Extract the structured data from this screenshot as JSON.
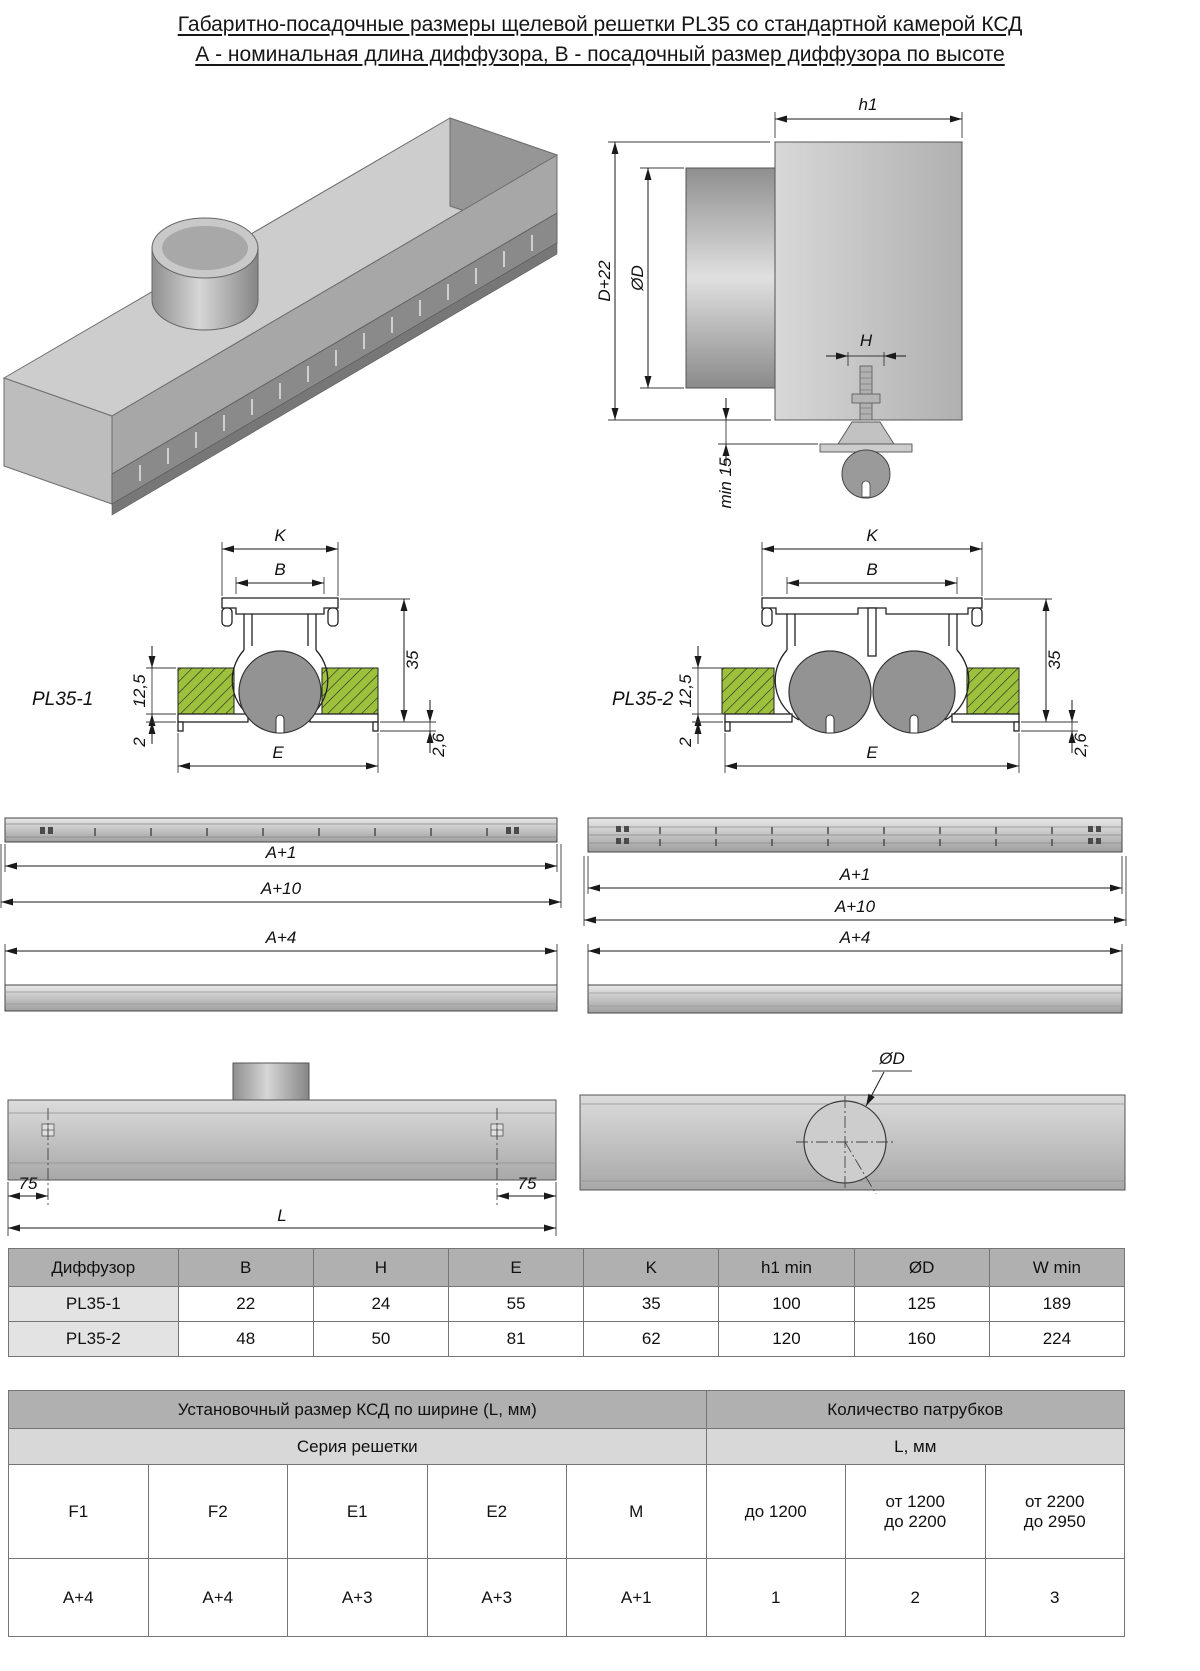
{
  "title": {
    "line1": "Габаритно-посадочные размеры щелевой решетки PL35 со стандартной камерой КСД",
    "line2": "А - номинальная длина диффузора, В - посадочный размер диффузора по высоте"
  },
  "labels": {
    "pl1": "PL35-1",
    "pl2": "PL35-2"
  },
  "dims": {
    "h1": "h1",
    "d22": "D+22",
    "od": "ØD",
    "h": "H",
    "min15": "min 15",
    "k": "K",
    "b": "B",
    "n35": "35",
    "n125": "12,5",
    "n2": "2",
    "e": "E",
    "n26": "2,6",
    "a1": "A+1",
    "a10": "A+10",
    "a4": "A+4",
    "n75": "75",
    "l": "L"
  },
  "table1": {
    "headers": [
      "Диффузор",
      "B",
      "H",
      "E",
      "K",
      "h1 min",
      "ØD",
      "W min"
    ],
    "rows": [
      [
        "PL35-1",
        "22",
        "24",
        "55",
        "35",
        "100",
        "125",
        "189"
      ],
      [
        "PL35-2",
        "48",
        "50",
        "81",
        "62",
        "120",
        "160",
        "224"
      ]
    ]
  },
  "table2": {
    "header_left": "Установочный размер КСД по ширине (L, мм)",
    "header_right": "Количество патрубков",
    "sub_left": "Серия решетки",
    "sub_right": "L, мм",
    "row_labels": [
      "F1",
      "F2",
      "E1",
      "E2",
      "M",
      "до 1200",
      "от 1200\nдо 2200",
      "от 2200\nдо 2950"
    ],
    "row_values": [
      "A+4",
      "A+4",
      "A+3",
      "A+3",
      "A+1",
      "1",
      "2",
      "3"
    ]
  },
  "colors": {
    "panel_green": "#9dc13c"
  }
}
